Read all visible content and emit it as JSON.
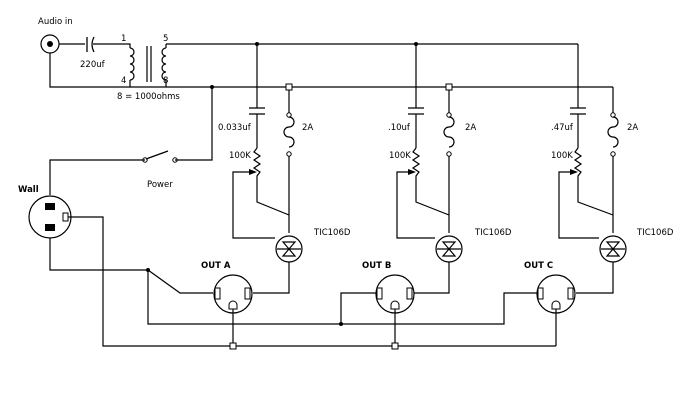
{
  "labels": {
    "audio_in": "Audio in",
    "cap_input": "220uf",
    "xfmr_pin1": "1",
    "xfmr_pin4": "4",
    "xfmr_pin5": "5",
    "xfmr_pin8": "8",
    "xfmr_ratio": "8 = 1000ohms",
    "power": "Power",
    "wall": "Wall"
  },
  "channels": [
    {
      "cap": "0.033uf",
      "pot": "100K",
      "fuse": "2A",
      "scr": "TIC106D",
      "outlet": "OUT A"
    },
    {
      "cap": ".10uf",
      "pot": "100K",
      "fuse": "2A",
      "scr": "TIC106D",
      "outlet": "OUT B"
    },
    {
      "cap": ".47uf",
      "pot": "100K",
      "fuse": "2A",
      "scr": "TIC106D",
      "outlet": "OUT C"
    }
  ]
}
